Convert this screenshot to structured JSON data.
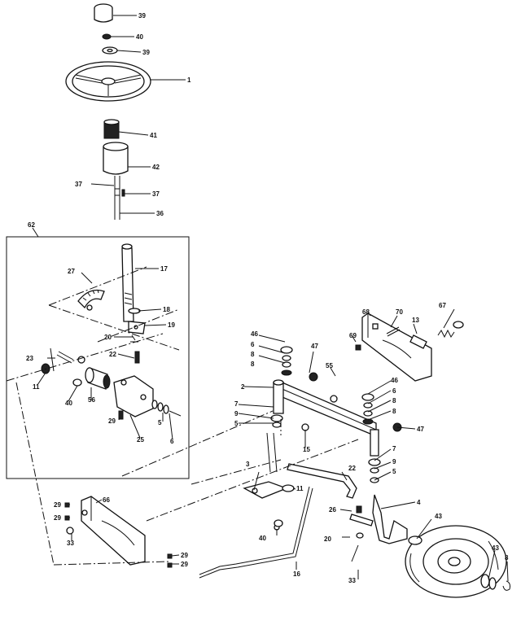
{
  "callouts": [
    {
      "id": "c1",
      "text": "39"
    },
    {
      "id": "c2",
      "text": "40"
    },
    {
      "id": "c3",
      "text": "39"
    },
    {
      "id": "c4",
      "text": "1"
    },
    {
      "id": "c5",
      "text": "41"
    },
    {
      "id": "c6",
      "text": "42"
    },
    {
      "id": "c7",
      "text": "37"
    },
    {
      "id": "c8",
      "text": "37"
    },
    {
      "id": "c9",
      "text": "36"
    },
    {
      "id": "c10",
      "text": "62"
    },
    {
      "id": "c11",
      "text": "27"
    },
    {
      "id": "c12",
      "text": "17"
    },
    {
      "id": "c13",
      "text": "18"
    },
    {
      "id": "c14",
      "text": "19"
    },
    {
      "id": "c15",
      "text": "20"
    },
    {
      "id": "c16",
      "text": "22"
    },
    {
      "id": "c17",
      "text": "23"
    },
    {
      "id": "c18",
      "text": "11"
    },
    {
      "id": "c19",
      "text": "40"
    },
    {
      "id": "c20",
      "text": "56"
    },
    {
      "id": "c21",
      "text": "29"
    },
    {
      "id": "c22",
      "text": "25"
    },
    {
      "id": "c23",
      "text": "5"
    },
    {
      "id": "c24",
      "text": "6"
    },
    {
      "id": "c25",
      "text": "68"
    },
    {
      "id": "c26",
      "text": "70"
    },
    {
      "id": "c27",
      "text": "13"
    },
    {
      "id": "c28",
      "text": "67"
    },
    {
      "id": "c29",
      "text": "69"
    },
    {
      "id": "c30",
      "text": "46"
    },
    {
      "id": "c31",
      "text": "6"
    },
    {
      "id": "c32",
      "text": "8"
    },
    {
      "id": "c33",
      "text": "8"
    },
    {
      "id": "c34",
      "text": "47"
    },
    {
      "id": "c35",
      "text": "55"
    },
    {
      "id": "c36",
      "text": "2"
    },
    {
      "id": "c37",
      "text": "7"
    },
    {
      "id": "c38",
      "text": "9"
    },
    {
      "id": "c39",
      "text": "5"
    },
    {
      "id": "c40",
      "text": "15"
    },
    {
      "id": "c41",
      "text": "46"
    },
    {
      "id": "c42",
      "text": "6"
    },
    {
      "id": "c43",
      "text": "8"
    },
    {
      "id": "c44",
      "text": "8"
    },
    {
      "id": "c45",
      "text": "47"
    },
    {
      "id": "c46",
      "text": "7"
    },
    {
      "id": "c47",
      "text": "9"
    },
    {
      "id": "c48",
      "text": "5"
    },
    {
      "id": "c49",
      "text": "3"
    },
    {
      "id": "c50",
      "text": "22"
    },
    {
      "id": "c51",
      "text": "11"
    },
    {
      "id": "c52",
      "text": "4"
    },
    {
      "id": "c53",
      "text": "26"
    },
    {
      "id": "c54",
      "text": "43"
    },
    {
      "id": "c55",
      "text": "29"
    },
    {
      "id": "c56",
      "text": "29"
    },
    {
      "id": "c57",
      "text": "66"
    },
    {
      "id": "c58",
      "text": "33"
    },
    {
      "id": "c59",
      "text": "40"
    },
    {
      "id": "c60",
      "text": "16"
    },
    {
      "id": "c61",
      "text": "29"
    },
    {
      "id": "c62",
      "text": "29"
    },
    {
      "id": "c63",
      "text": "20"
    },
    {
      "id": "c64",
      "text": "33"
    },
    {
      "id": "c65",
      "text": "43"
    },
    {
      "id": "c66",
      "text": "8"
    }
  ]
}
